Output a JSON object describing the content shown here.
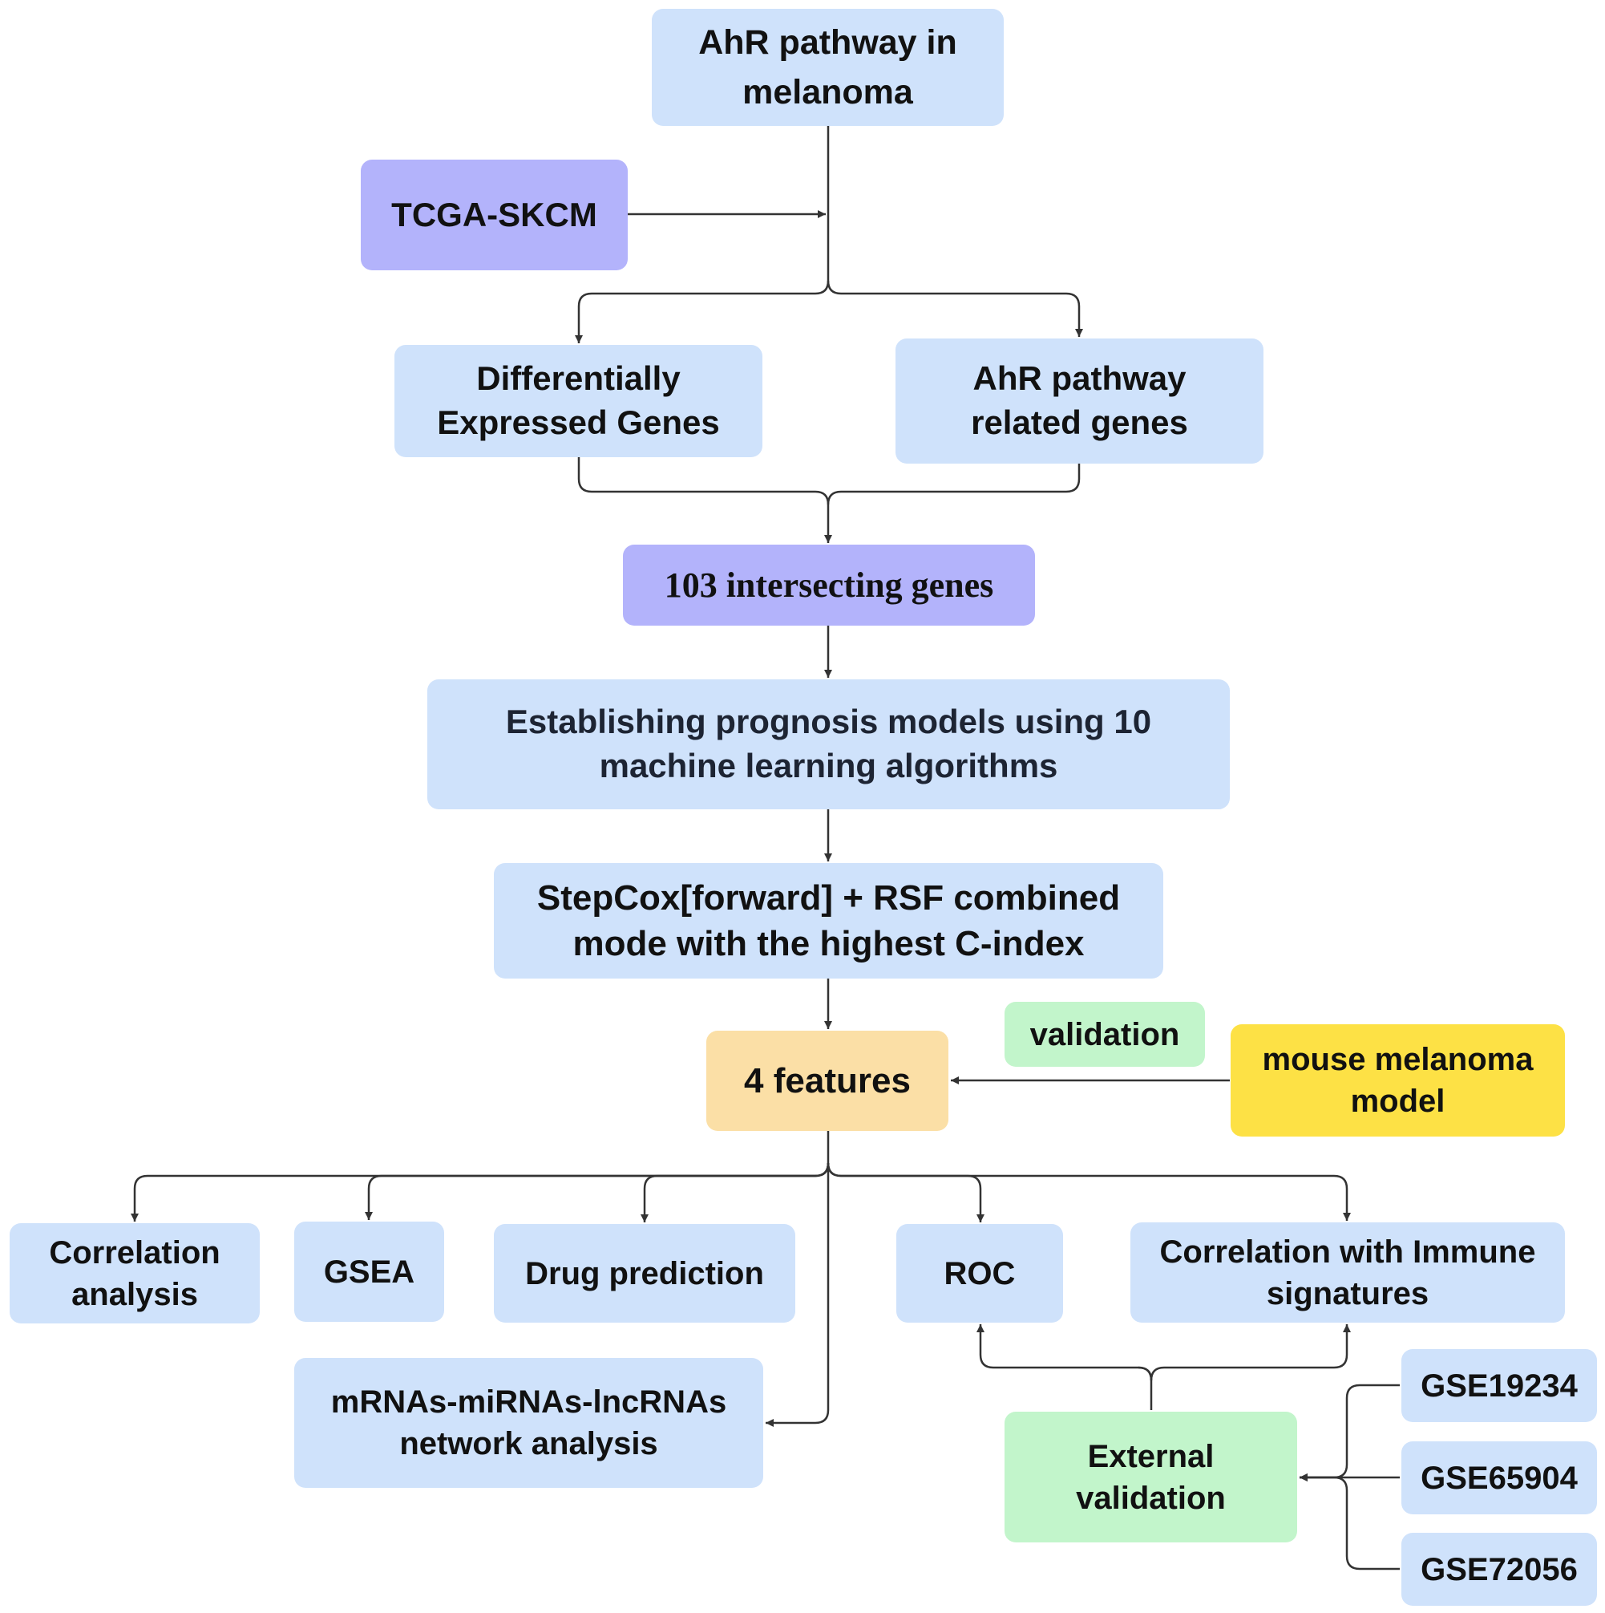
{
  "nodes": {
    "ahr_pathway": "AhR pathway in melanoma",
    "tcga": "TCGA-SKCM",
    "deg": "Differentially Expressed Genes",
    "ahr_genes": "AhR pathway related genes",
    "intersect": "103 intersecting genes",
    "ml_models": "Establishing prognosis models using 10 machine learning algorithms",
    "stepcox": "StepCox[forward] + RSF combined mode with the highest C-index",
    "features": "4 features",
    "validation": "validation",
    "mouse_model": "mouse melanoma model",
    "correlation": "Correlation analysis",
    "gsea": "GSEA",
    "drug": "Drug prediction",
    "roc": "ROC",
    "immune": "Correlation with Immune signatures",
    "network": "mRNAs-miRNAs-lncRNAs network analysis",
    "external": "External validation",
    "gse1": "GSE19234",
    "gse2": "GSE65904",
    "gse3": "GSE72056"
  },
  "colors": {
    "blue": "#cfe2fb",
    "purple": "#b3b3fb",
    "orange": "#fbdfa6",
    "green": "#c2f5cb",
    "yellow": "#fde145",
    "line": "#333333"
  }
}
